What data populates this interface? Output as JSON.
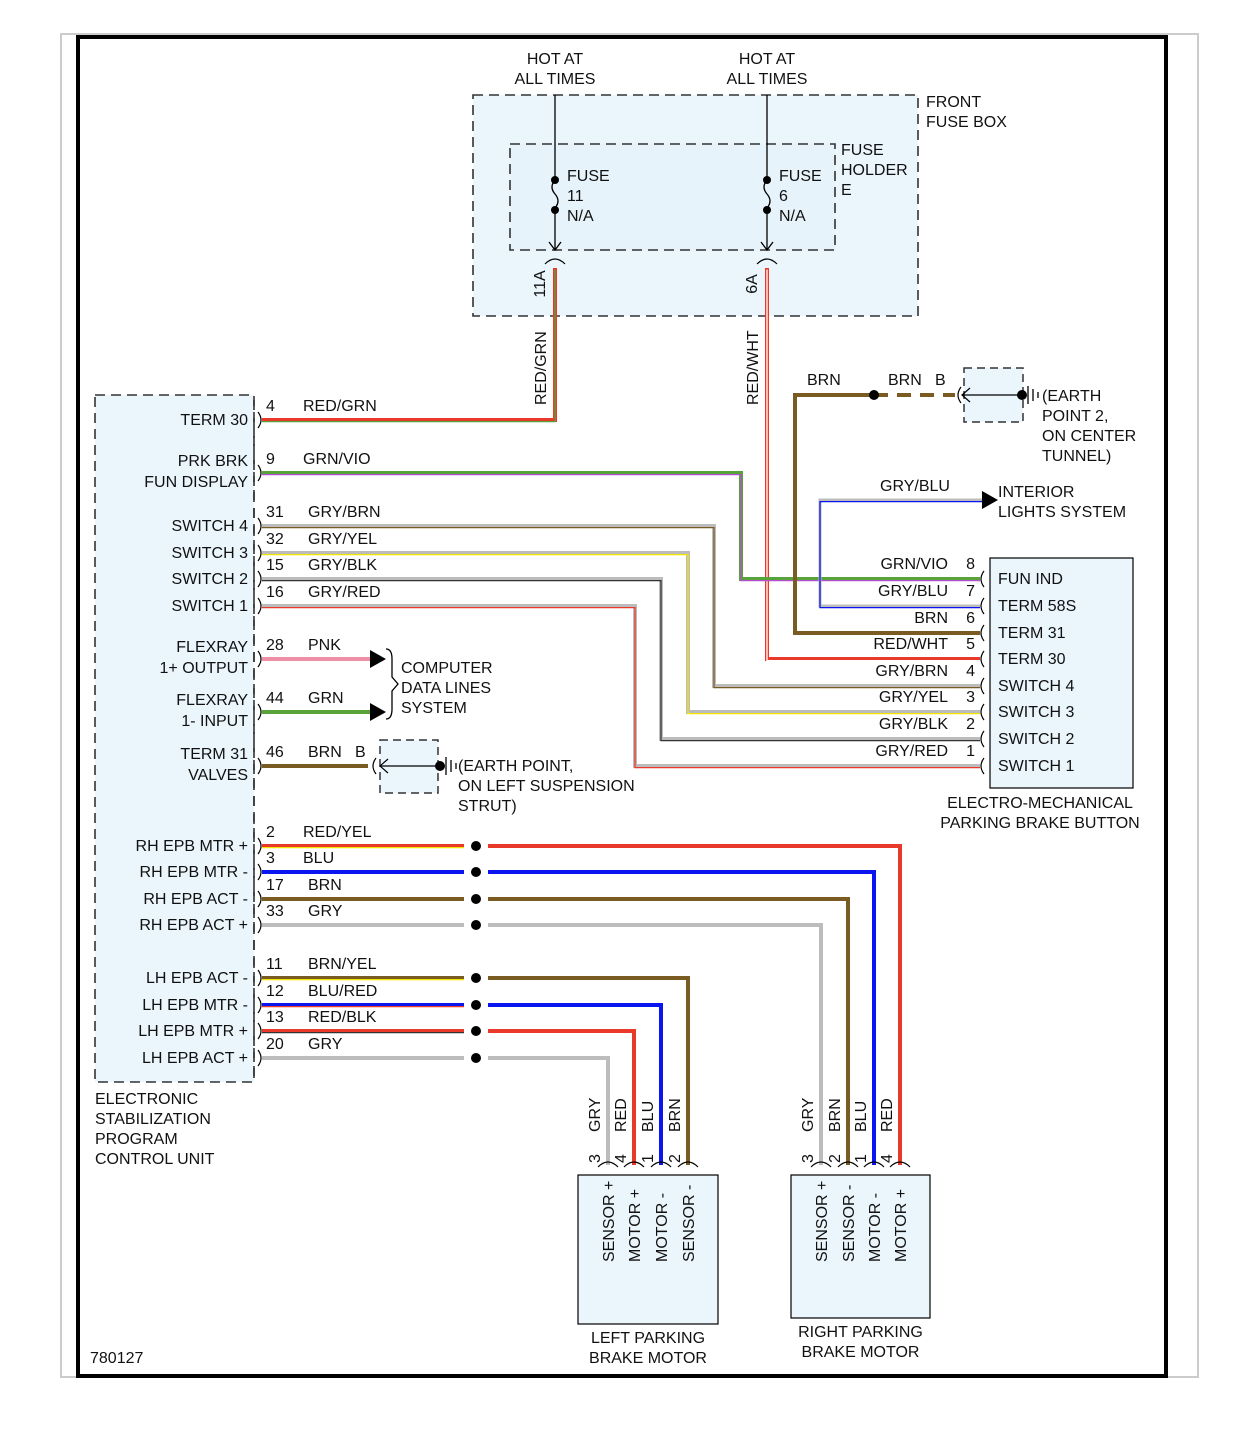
{
  "figure_id": "780127",
  "colors": {
    "RED": "#e8392a",
    "GRN": "#57a33a",
    "VIO": "#b44fd0",
    "GRY": "#bcbcbc",
    "BRN": "#7a5c22",
    "YEL": "#f2e600",
    "BLK": "#333333",
    "BLU": "#0a16f0",
    "PNK": "#ee8fa5",
    "WHT": "#ffffff",
    "box_fill": "#eaf5fc"
  },
  "fuse_box": {
    "title_lines": [
      "FRONT",
      "FUSE BOX"
    ],
    "holder_lines": [
      "FUSE",
      "HOLDER",
      "E"
    ],
    "fuses": [
      {
        "supply_lines": [
          "HOT AT",
          "ALL TIMES"
        ],
        "label_lines": [
          "FUSE",
          "11",
          "N/A"
        ],
        "terminal": "11A",
        "wire_color": "RED/GRN"
      },
      {
        "supply_lines": [
          "HOT AT",
          "ALL TIMES"
        ],
        "label_lines": [
          "FUSE",
          "6",
          "N/A"
        ],
        "terminal": "6A",
        "wire_color": "RED/WHT"
      }
    ]
  },
  "esp_unit": {
    "name_lines": [
      "ELECTRONIC",
      "STABILIZATION",
      "PROGRAM",
      "CONTROL UNIT"
    ],
    "pins": [
      {
        "label_lines": [
          "TERM 30"
        ],
        "pin": "4",
        "color": "RED/GRN"
      },
      {
        "label_lines": [
          "PRK BRK",
          "FUN DISPLAY"
        ],
        "pin": "9",
        "color": "GRN/VIO"
      },
      {
        "label_lines": [
          "SWITCH 4"
        ],
        "pin": "31",
        "color": "GRY/BRN"
      },
      {
        "label_lines": [
          "SWITCH 3"
        ],
        "pin": "32",
        "color": "GRY/YEL"
      },
      {
        "label_lines": [
          "SWITCH 2"
        ],
        "pin": "15",
        "color": "GRY/BLK"
      },
      {
        "label_lines": [
          "SWITCH 1"
        ],
        "pin": "16",
        "color": "GRY/RED"
      },
      {
        "label_lines": [
          "FLEXRAY",
          "1+ OUTPUT"
        ],
        "pin": "28",
        "color": "PNK"
      },
      {
        "label_lines": [
          "FLEXRAY",
          "1- INPUT"
        ],
        "pin": "44",
        "color": "GRN"
      },
      {
        "label_lines": [
          "TERM 31",
          "VALVES"
        ],
        "pin": "46",
        "color": "BRN",
        "suffix": "B"
      },
      {
        "label_lines": [
          "RH EPB MTR +"
        ],
        "pin": "2",
        "color": "RED/YEL"
      },
      {
        "label_lines": [
          "RH EPB MTR -"
        ],
        "pin": "3",
        "color": "BLU"
      },
      {
        "label_lines": [
          "RH EPB ACT -"
        ],
        "pin": "17",
        "color": "BRN"
      },
      {
        "label_lines": [
          "RH EPB ACT +"
        ],
        "pin": "33",
        "color": "GRY"
      },
      {
        "label_lines": [
          "LH EPB ACT -"
        ],
        "pin": "11",
        "color": "BRN/YEL"
      },
      {
        "label_lines": [
          "LH EPB MTR -"
        ],
        "pin": "12",
        "color": "BLU/RED"
      },
      {
        "label_lines": [
          "LH EPB MTR +"
        ],
        "pin": "13",
        "color": "RED/BLK"
      },
      {
        "label_lines": [
          "LH EPB ACT +"
        ],
        "pin": "20",
        "color": "GRY"
      }
    ]
  },
  "data_lines": {
    "label_lines": [
      "COMPUTER",
      "DATA LINES",
      "SYSTEM"
    ]
  },
  "earth_left": {
    "label_lines": [
      "(EARTH POINT,",
      "ON LEFT SUSPENSION",
      "STRUT)"
    ]
  },
  "earth_center": {
    "label_lines": [
      "(EARTH",
      "POINT 2,",
      "ON CENTER",
      "TUNNEL)"
    ],
    "wire_label_left": "BRN",
    "wire_label_right": "BRN",
    "connector": "B"
  },
  "interior_lights": {
    "label_lines": [
      "INTERIOR",
      "LIGHTS SYSTEM"
    ],
    "wire_color": "GRY/BLU"
  },
  "brake_button": {
    "name_lines": [
      "ELECTRO-MECHANICAL",
      "PARKING BRAKE BUTTON"
    ],
    "pins": [
      {
        "pin": "8",
        "color": "GRN/VIO",
        "label": "FUN IND"
      },
      {
        "pin": "7",
        "color": "GRY/BLU",
        "label": "TERM 58S"
      },
      {
        "pin": "6",
        "color": "BRN",
        "label": "TERM 31"
      },
      {
        "pin": "5",
        "color": "RED/WHT",
        "label": "TERM 30"
      },
      {
        "pin": "4",
        "color": "GRY/BRN",
        "label": "SWITCH 4"
      },
      {
        "pin": "3",
        "color": "GRY/YEL",
        "label": "SWITCH 3"
      },
      {
        "pin": "2",
        "color": "GRY/BLK",
        "label": "SWITCH 2"
      },
      {
        "pin": "1",
        "color": "GRY/RED",
        "label": "SWITCH 1"
      }
    ]
  },
  "left_motor": {
    "name_lines": [
      "LEFT PARKING",
      "BRAKE MOTOR"
    ],
    "pins": [
      {
        "pin": "3",
        "color": "GRY",
        "label": "SENSOR +"
      },
      {
        "pin": "4",
        "color": "RED",
        "label": "MOTOR +"
      },
      {
        "pin": "1",
        "color": "BLU",
        "label": "MOTOR -"
      },
      {
        "pin": "2",
        "color": "BRN",
        "label": "SENSOR -"
      }
    ]
  },
  "right_motor": {
    "name_lines": [
      "RIGHT PARKING",
      "BRAKE MOTOR"
    ],
    "pins": [
      {
        "pin": "3",
        "color": "GRY",
        "label": "SENSOR +"
      },
      {
        "pin": "2",
        "color": "BRN",
        "label": "SENSOR -"
      },
      {
        "pin": "1",
        "color": "BLU",
        "label": "MOTOR -"
      },
      {
        "pin": "4",
        "color": "RED",
        "label": "MOTOR +"
      }
    ]
  }
}
